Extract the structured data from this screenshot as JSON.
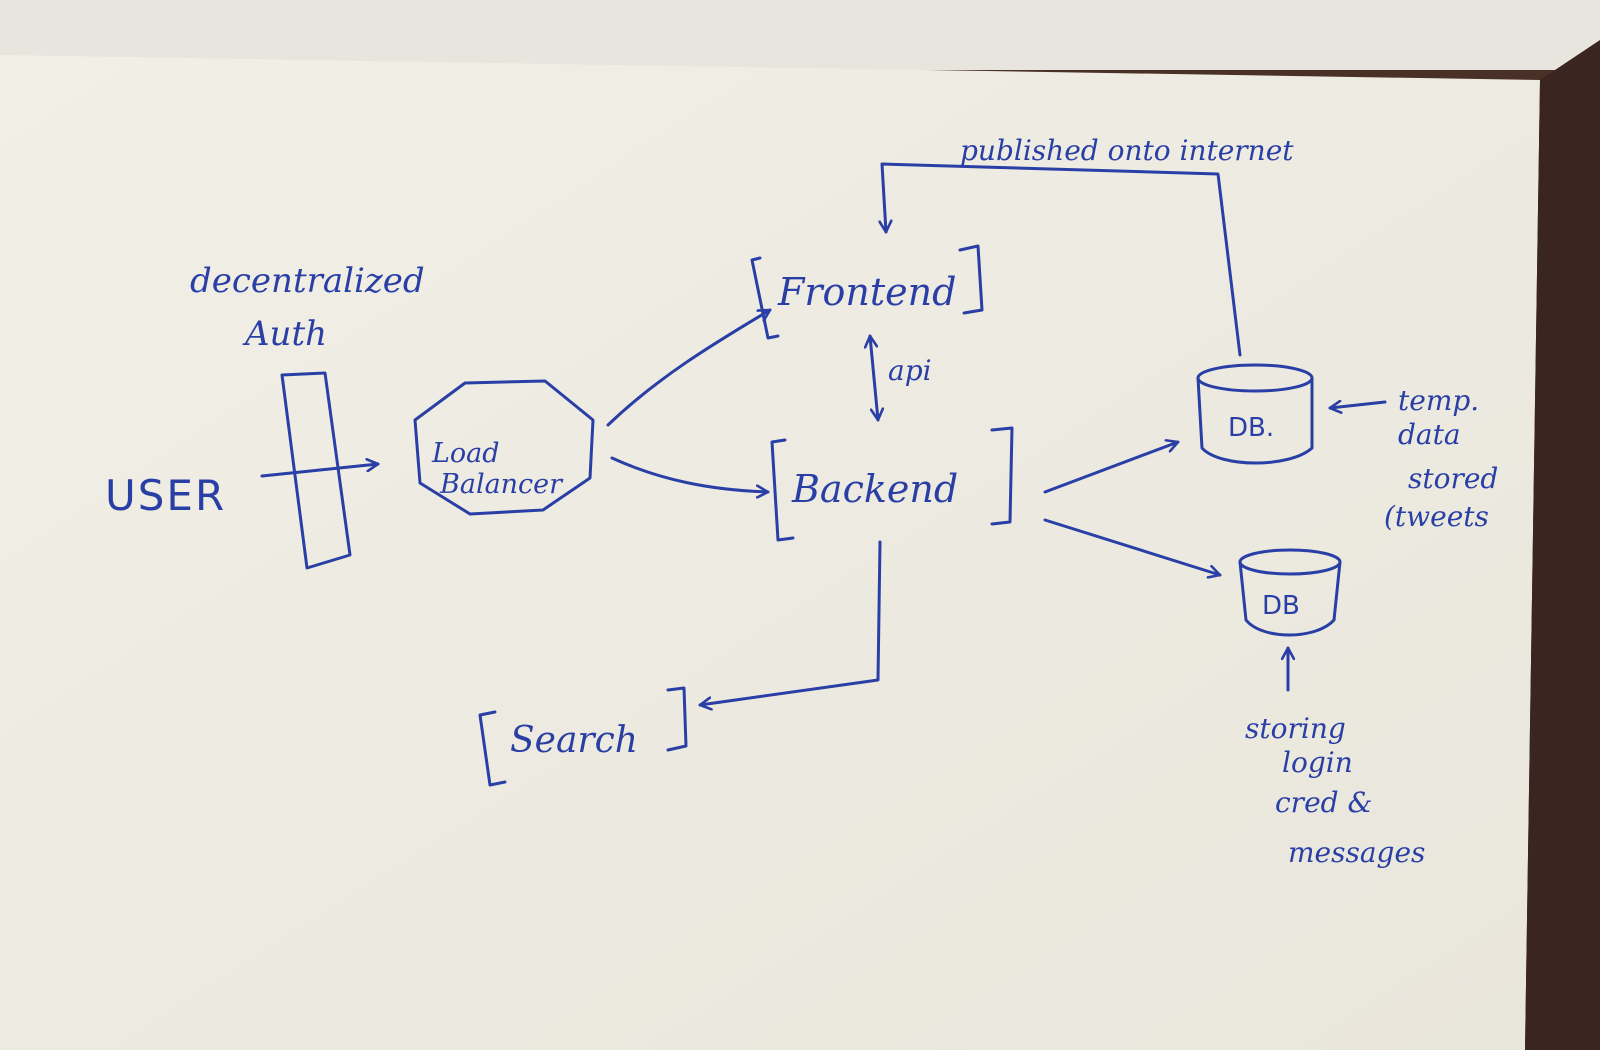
{
  "diagram": {
    "ink_color": "#2a3fa6",
    "paper_color": "#f3f1ea",
    "nodes": {
      "user": "USER",
      "auth_top": "decentralized",
      "auth_bottom": "Auth",
      "lb_line1": "Load",
      "lb_line2": "Balancer",
      "frontend": "Frontend",
      "backend": "Backend",
      "search": "Search",
      "db_temp": "DB.",
      "db_login": "DB"
    },
    "edge_labels": {
      "api": "api",
      "published": "published onto internet"
    },
    "notes": {
      "temp": [
        "temp.",
        "data",
        "stored",
        "(tweets"
      ],
      "login": [
        "storing",
        "login",
        "cred &",
        "messages"
      ]
    }
  }
}
